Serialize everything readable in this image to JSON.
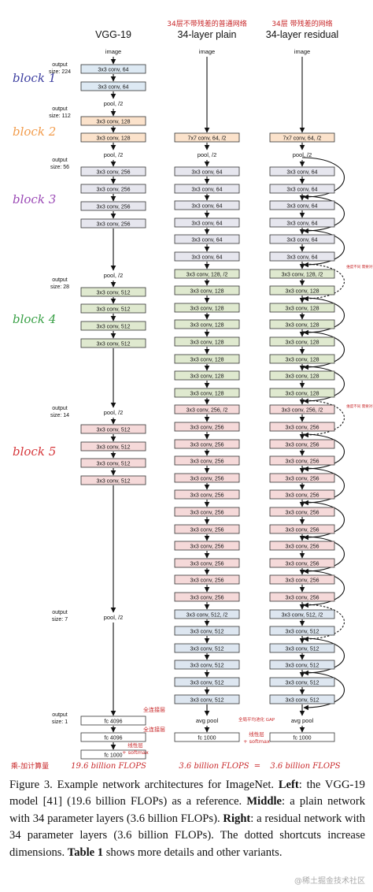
{
  "columns": [
    {
      "title": "VGG-19",
      "annotation": ""
    },
    {
      "title": "34-layer plain",
      "annotation": "34层不带残差的普通网络"
    },
    {
      "title": "34-layer residual",
      "annotation": "34层 带残差的网络"
    }
  ],
  "image_label": "image",
  "output_labels": [
    {
      "text": [
        "output",
        "size: 224"
      ]
    },
    {
      "text": [
        "output",
        "size: 112"
      ]
    },
    {
      "text": [
        "output",
        "size: 56"
      ]
    },
    {
      "text": [
        "output",
        "size: 28"
      ]
    },
    {
      "text": [
        "output",
        "size: 14"
      ]
    },
    {
      "text": [
        "output",
        "size: 7"
      ]
    },
    {
      "text": [
        "output",
        "size: 1"
      ]
    }
  ],
  "block_labels": [
    "block 1",
    "block 2",
    "block 3",
    "block 4",
    "block 5"
  ],
  "vgg_labels": {
    "conv64": "3x3 conv, 64",
    "pool": "pool, /2",
    "conv128": "3x3 conv, 128",
    "conv256": "3x3 conv, 256",
    "conv512": "3x3 conv, 512",
    "fc4096": "fc 4096",
    "fc1000": "fc 1000"
  },
  "resnet_labels": {
    "conv7": "7x7 conv, 64, /2",
    "pool": "pool, /2",
    "conv64": "3x3 conv, 64",
    "conv128s": "3x3 conv, 128, /2",
    "conv128": "3x3 conv, 128",
    "conv256s": "3x3 conv, 256, /2",
    "conv256": "3x3 conv, 256",
    "conv512s": "3x3 conv, 512, /2",
    "conv512": "3x3 conv, 512",
    "avgpool": "avg pool",
    "fc1000": "fc 1000"
  },
  "handwritten": {
    "fc_note": "全连接层",
    "softmax_note_1": "线性层",
    "softmax_note_2": "+ softmax",
    "avgpool_note": "全局平均池化 GAP",
    "flops_label": "乘-加计算量",
    "flops_vgg": "19.6 billion FLOPS",
    "flops_plain": "3.6 billion FLOPS",
    "flops_eq": "=",
    "flops_res": "3.6 billion FLOPS",
    "side_note": "维度不同 需要对齐"
  },
  "caption": {
    "fig": "Figure 3. Example network architectures for ImageNet.",
    "left_b": "Left",
    "left": ": the VGG-19 model [41] (19.6 billion FLOPs) as a reference.",
    "mid_b": "Middle",
    "mid": ": a plain network with 34 parameter layers (3.6 billion FLOPs).",
    "right_b": "Right",
    "right": ": a residual network with 34 parameter layers (3.6 billion FLOPs). The dotted shortcuts increase dimensions.",
    "table_b": "Table 1",
    "table": "shows more details and other variants."
  },
  "watermark": "@稀土掘金技术社区",
  "colors": {
    "c64": "#dde9f3",
    "c128": "#fbe2cb",
    "c256": "#e6e6ee",
    "c512": "#dfe9cf",
    "c256r": "#f5d9d9",
    "c512r": "#dde6f0",
    "fc": "#ffffff",
    "block1": "#3d3fa0",
    "block2": "#f29c4c",
    "block3": "#9a48b5",
    "block4": "#39a046",
    "block5": "#d6373b",
    "red_ink": "#c8282a"
  }
}
